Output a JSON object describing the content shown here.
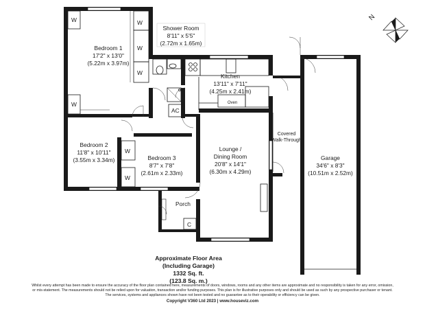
{
  "rooms": {
    "bedroom1": {
      "name": "Bedroom 1",
      "dims_imperial": "17'2\" x 13'0\"",
      "dims_metric": "(5.22m x 3.97m)"
    },
    "shower": {
      "name": "Shower Room",
      "dims_imperial": "8'11\" x 5'5\"",
      "dims_metric": "(2.72m x 1.65m)"
    },
    "kitchen": {
      "name": "Kitchen",
      "dims_imperial": "13'11\" x 7'11\"",
      "dims_metric": "(4.25m x 2.41m)"
    },
    "bedroom2": {
      "name": "Bedroom 2",
      "dims_imperial": "11'8\" x 10'11\"",
      "dims_metric": "(3.55m x 3.34m)"
    },
    "bedroom3": {
      "name": "Bedroom 3",
      "dims_imperial": "8'7\" x 7'8\"",
      "dims_metric": "(2.61m x 2.33m)"
    },
    "lounge": {
      "name1": "Lounge /",
      "name2": "Dining Room",
      "dims_imperial": "20'8\" x 14'1\"",
      "dims_metric": "(6.30m x 4.29m)"
    },
    "garage": {
      "name": "Garage",
      "dims_imperial": "34'6\" x 8'3\"",
      "dims_metric": "(10.51m x 2.52m)"
    },
    "walkthrough": {
      "line1": "Covered",
      "line2": "Walk-Through"
    },
    "porch": {
      "name": "Porch"
    }
  },
  "fixtures": {
    "wardrobe": "W",
    "ac": "AC",
    "cupboard": "C",
    "oven": "Oven"
  },
  "compass": {
    "letter": "N"
  },
  "floor_area": {
    "line1": "Approximate Floor Area",
    "line2": "(Including Garage)",
    "line3": "1332 Sq. ft.",
    "line4": "(123.8 Sq. m.)"
  },
  "disclaimer": {
    "line1": "Whilst every attempt has been made to ensure the accuracy of the floor plan contained here, measurements of doors, windows, rooms and any other items are approximate and no responsibility is taken for any error, omission,",
    "line2": "or mis-statement. The measurements should not be relied upon for valuation, transaction and/or funding purposes. This plan is for illustrative purposes only and should be used as such by any prospective purchaser or tenant.",
    "line3": "The services, systems and appliances shown have not been tested and no guarantee as to their operability or efficiency can be given.",
    "copyright": "Copyright V360 Ltd 2023 | www.houseviz.com"
  }
}
